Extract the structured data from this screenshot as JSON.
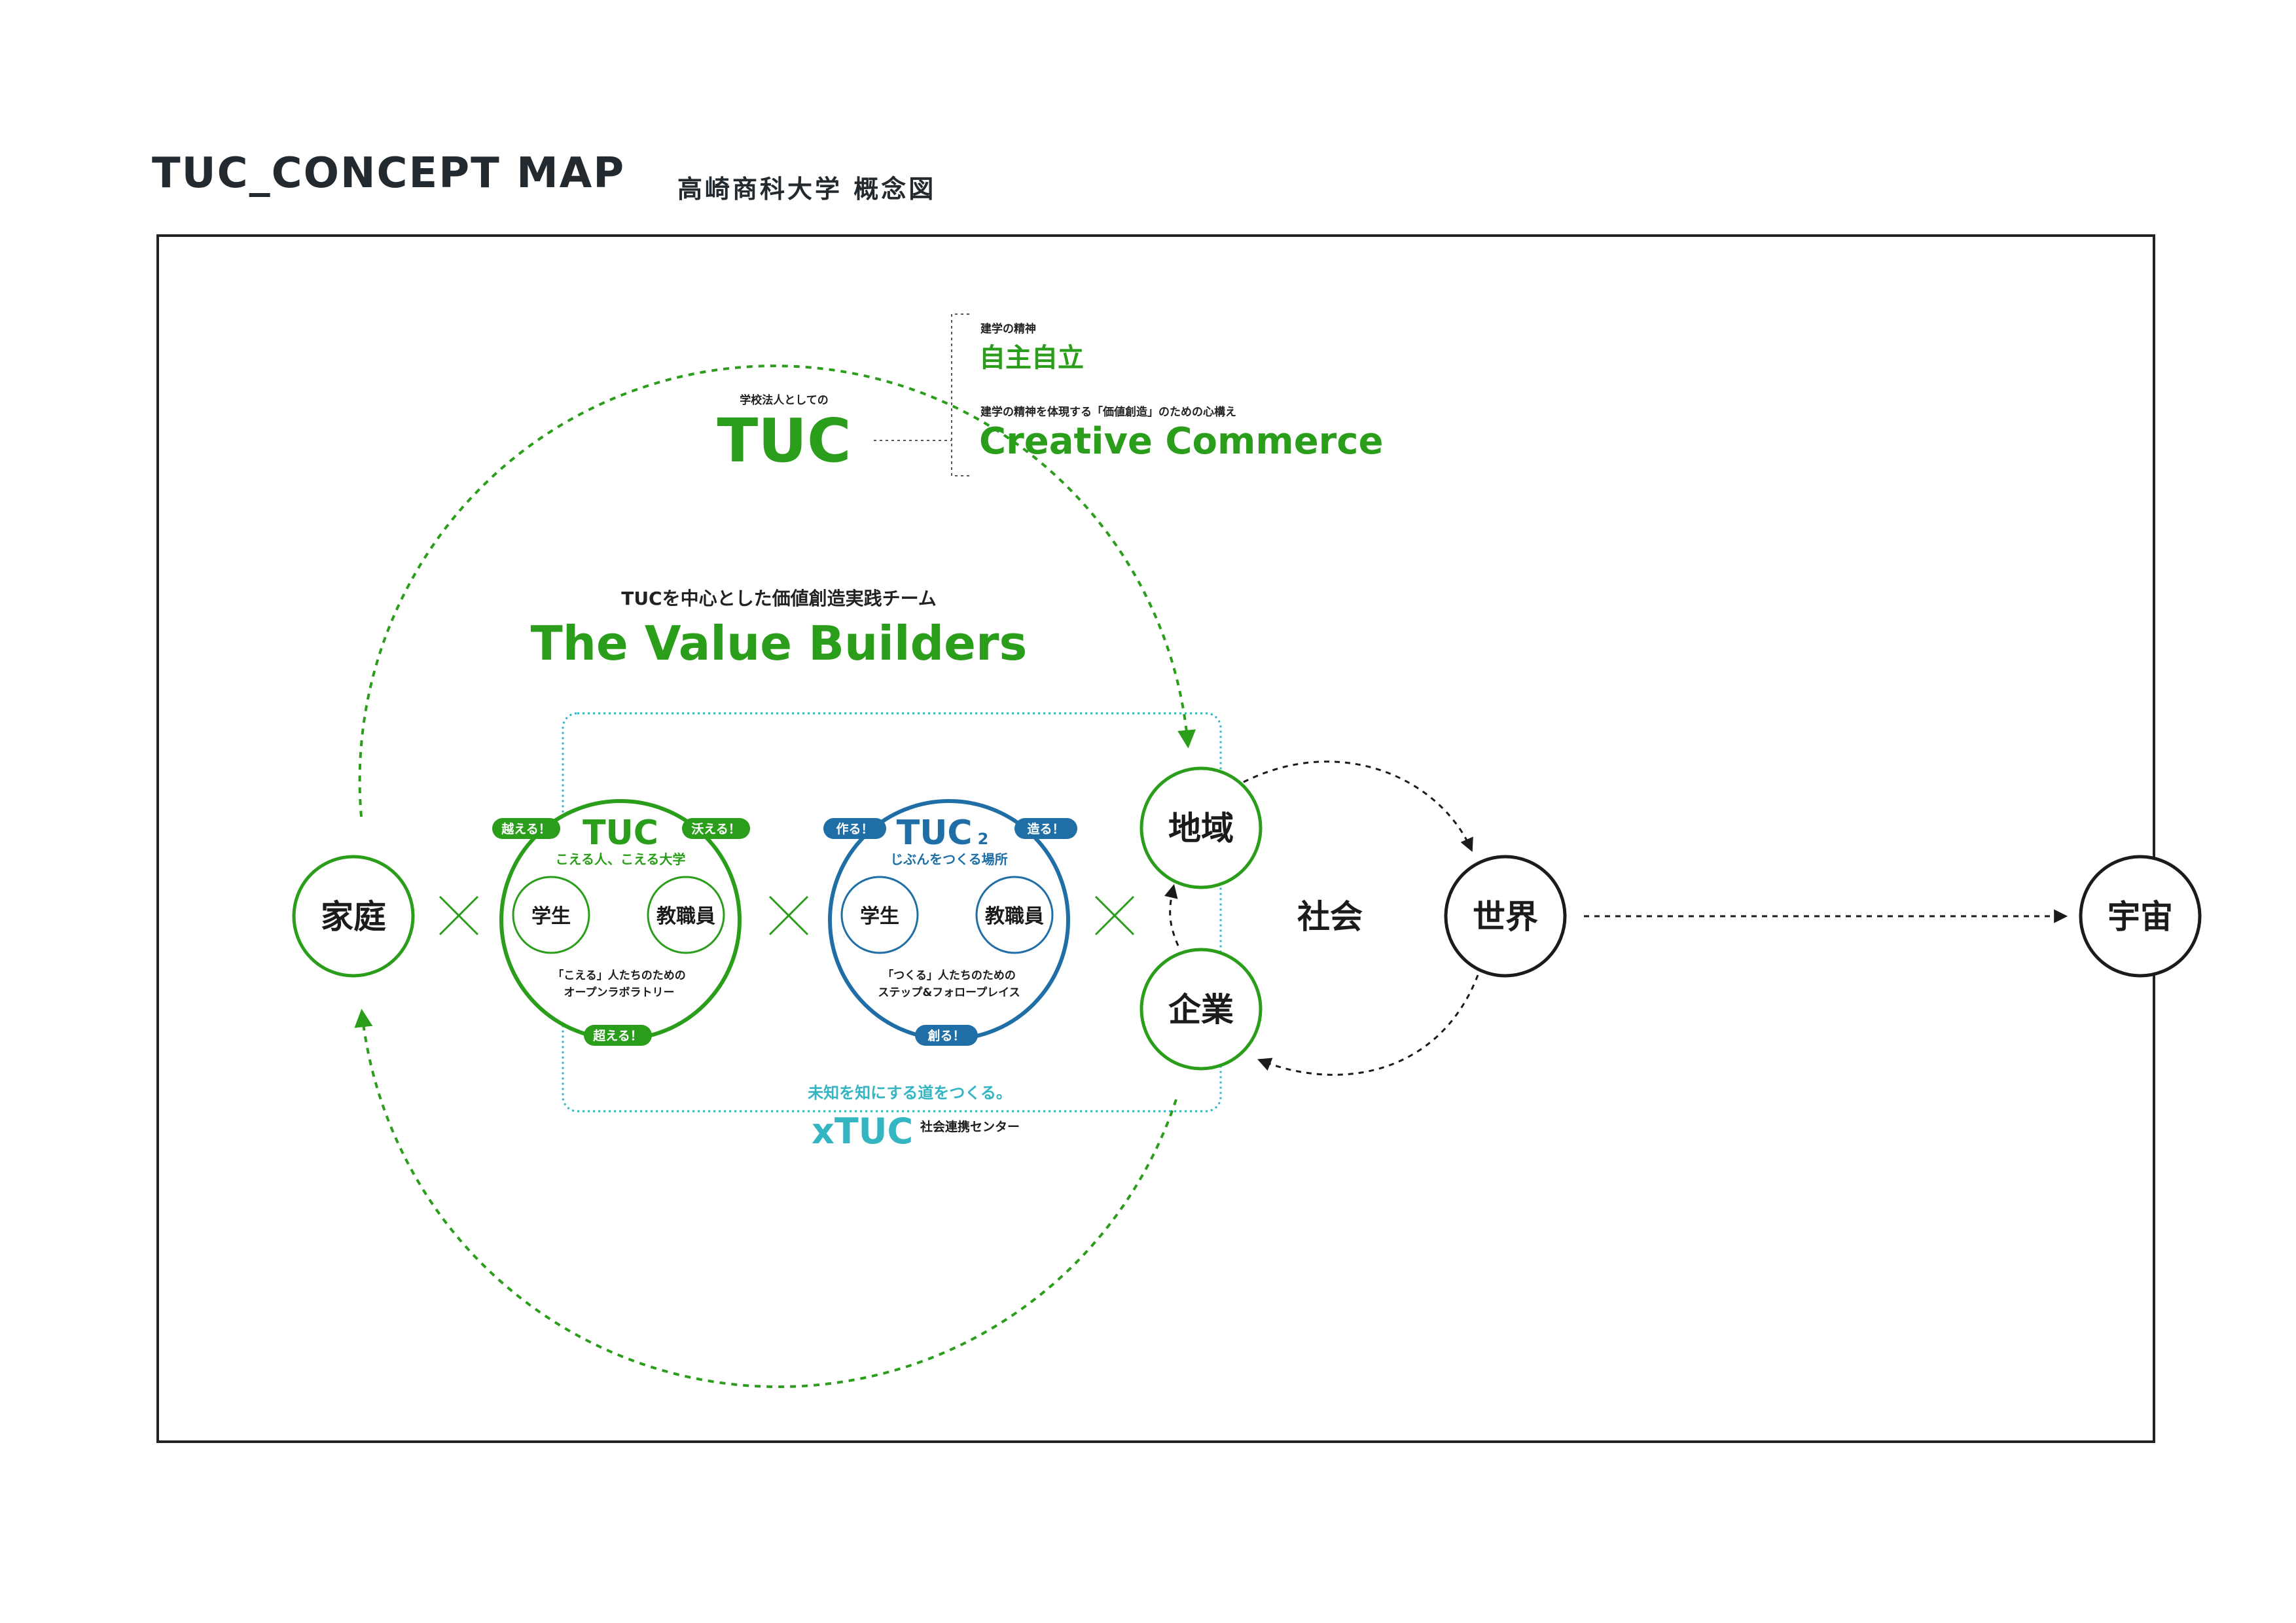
{
  "header": {
    "title_en": "TUC_CONCEPT MAP",
    "title_ja": "高崎商科大学 概念図"
  },
  "colors": {
    "green": "#2a9d1a",
    "blue": "#1f6ea5",
    "teal": "#33b5c2",
    "black": "#1b1b1b",
    "frame": "#222222"
  },
  "tuc_corp": {
    "caption": "学校法人としての",
    "name": "TUC"
  },
  "founding": {
    "caption": "建学の精神",
    "spirit": "自主自立",
    "caption2": "建学の精神を体現する「価値創造」のための心構え",
    "motto": "Creative Commerce"
  },
  "team": {
    "caption": "TUCを中心とした価値創造実践チーム",
    "name": "The Value Builders"
  },
  "nodes": {
    "home": "家庭",
    "region": "地域",
    "company": "企業",
    "society": "社会",
    "world": "世界",
    "universe": "宇宙"
  },
  "tuc_circle": {
    "name": "TUC",
    "tagline": "こえる人、こえる大学",
    "badge_left": "越える！",
    "badge_right": "沃える！",
    "badge_bottom": "超える！",
    "student": "学生",
    "staff": "教職員",
    "desc1": "「こえる」人たちのための",
    "desc2": "オープンラボラトリー"
  },
  "tuc2_circle": {
    "name": "TUC",
    "sub": "2",
    "tagline": "じぶんをつくる場所",
    "badge_left": "作る！",
    "badge_right": "造る！",
    "badge_bottom": "創る！",
    "student": "学生",
    "staff": "教職員",
    "desc1": "「つくる」人たちのための",
    "desc2": "ステップ&フォロープレイス"
  },
  "xtuc": {
    "tagline": "未知を知にする道をつくる。",
    "name": "xTUC",
    "desc": "社会連携センター"
  }
}
